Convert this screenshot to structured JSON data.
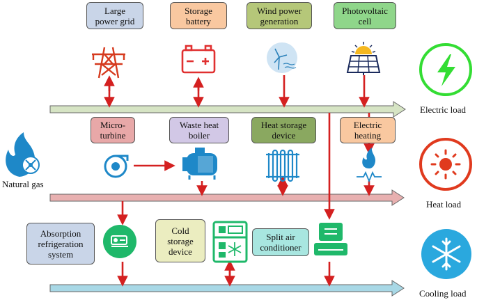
{
  "sources": {
    "large_power_grid": "Large\npower grid",
    "storage_battery": "Storage\nbattery",
    "wind_power": "Wind power\ngeneration",
    "photovoltaic": "Photovoltaic\ncell"
  },
  "devices": {
    "micro_turbine": "Micro-\nturbine",
    "waste_heat_boiler": "Waste heat\nboiler",
    "heat_storage": "Heat storage\ndevice",
    "electric_heating": "Electric\nheating",
    "absorption": "Absorption\nrefrigeration\nsystem",
    "cold_storage": "Cold\nstorage\ndevice",
    "split_ac": "Split air\nconditioner"
  },
  "loads": {
    "electric": "Electric load",
    "heat": "Heat load",
    "cooling": "Cooling load"
  },
  "inputs": {
    "natural_gas": "Natural gas"
  },
  "colors": {
    "electric_bus": "#d6e4c4",
    "heat_bus": "#e8b0b0",
    "cooling_bus": "#a8d8e6",
    "arrow": "#d42020",
    "grid_box": "#c9d5e8",
    "storage_box": "#f9c8a0",
    "wind_box": "#b5c779",
    "pv_box": "#8fd68a",
    "micro_box": "#e8a8a8",
    "boiler_box": "#d2c8e6",
    "heat_storage_box": "#8aa860",
    "eheat_box": "#f9c8a0",
    "absorption_box": "#c9d5e8",
    "cold_storage_box": "#ebedc0",
    "ac_box": "#a8e6e0",
    "electric_icon": "#33dd33",
    "heat_icon": "#e03a1e",
    "cooling_icon": "#2aa8de",
    "gas_icon": "#1e88c8"
  }
}
